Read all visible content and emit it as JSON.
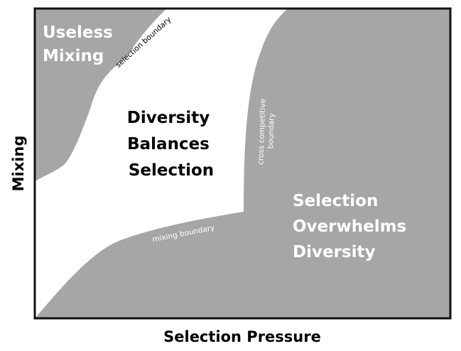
{
  "diagram": {
    "axes": {
      "x_label": "Selection Pressure",
      "y_label": "Mixing"
    },
    "regions": {
      "useless_mixing": [
        "Useless",
        "Mixing"
      ],
      "diversity_balances_selection": [
        "Diversity",
        "Balances",
        "Selection"
      ],
      "selection_overwhelms_diversity": [
        "Selection",
        "Overwhelms",
        "Diversity"
      ]
    },
    "boundaries": {
      "selection": "selection boundary",
      "cross_competitive": [
        "cross competitive",
        "boundary"
      ],
      "mixing": "mixing boundary"
    },
    "colors": {
      "region_fill": "#a6a6a6",
      "background": "#ffffff",
      "frame": "#111111",
      "light_text": "#ffffff",
      "dark_text": "#000000"
    }
  }
}
